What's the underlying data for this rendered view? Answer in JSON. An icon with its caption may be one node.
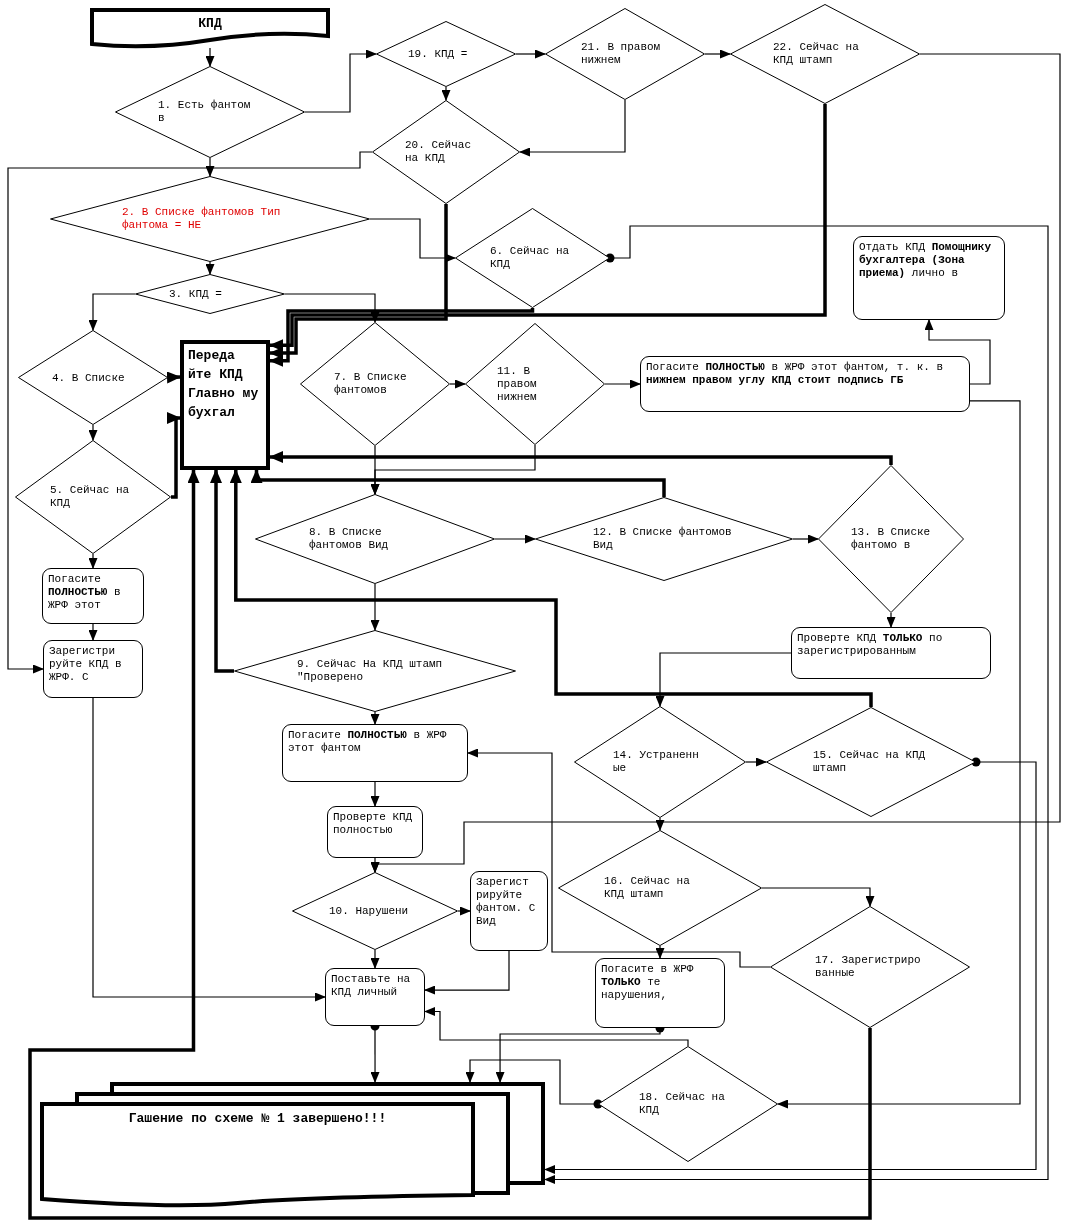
{
  "diagram": {
    "nodes": [
      {
        "text": [
          "КПД"
        ]
      },
      {
        "text": [
          "1. Есть фантом в"
        ]
      },
      {
        "text": [
          "19. КПД ="
        ]
      },
      {
        "text": [
          "21. В правом нижнем"
        ]
      },
      {
        "text": [
          "22. Сейчас на КПД штамп"
        ]
      },
      {
        "text": [
          "20. Сейчас на КПД"
        ]
      },
      {
        "text": [
          "2. В Списке фантомов Тип фантома = НЕ"
        ]
      },
      {
        "text": [
          "6. Сейчас на КПД"
        ]
      },
      {
        "text": [
          "Отдать КПД **Помощнику бухгалтера (Зона приема)** лично в"
        ]
      },
      {
        "text": [
          "3. КПД ="
        ]
      },
      {
        "text": [
          "4. В Списке"
        ]
      },
      {
        "text": [
          "Переда йте КПД Главно му бухгал"
        ]
      },
      {
        "text": [
          "7. В Списке фантомов"
        ]
      },
      {
        "text": [
          "11. В правом нижнем"
        ]
      },
      {
        "text": [
          "Погасите **ПОЛНОСТЬЮ** в ЖРФ этот фантом, т. к. в **нижнем правом углу КПД стоит подпись ГБ**"
        ]
      },
      {
        "text": [
          "5. Сейчас на КПД"
        ]
      },
      {
        "text": [
          "8. В Списке фантомов Вид"
        ]
      },
      {
        "text": [
          "12. В Списке фантомов Вид"
        ]
      },
      {
        "text": [
          "13. В Списке фантомо в"
        ]
      },
      {
        "text": [
          "Погасите **ПОЛНОСТЬЮ** в ЖРФ этот"
        ]
      },
      {
        "text": [
          "Проверте КПД **ТОЛЬКО** по зарегистрированным"
        ]
      },
      {
        "text": [
          "Зарегистри руйте КПД в ЖРФ. С"
        ]
      },
      {
        "text": [
          "9. Сейчас На КПД штамп \"Проверено"
        ]
      },
      {
        "text": [
          "14. Устраненн ые"
        ]
      },
      {
        "text": [
          "15. Сейчас на КПД штамп"
        ]
      },
      {
        "text": [
          "Погасите **ПОЛНОСТЬЮ** в ЖРФ этот фантом"
        ]
      },
      {
        "text": [
          "Проверте КПД полностью"
        ]
      },
      {
        "text": [
          "16. Сейчас на КПД штамп"
        ]
      },
      {
        "text": [
          "10. Нарушени"
        ]
      },
      {
        "text": [
          "Зарегист рируйте фантом. С Вид"
        ]
      },
      {
        "text": [
          "17. Зарегистриро ванные"
        ]
      },
      {
        "text": [
          "Поставьте на КПД личный"
        ]
      },
      {
        "text": [
          "Погасите в ЖРФ **ТОЛЬКО** те нарушения,"
        ]
      },
      {
        "text": [
          "18. Сейчас на КПД"
        ]
      },
      {
        "text": [
          "Гашение по схеме № 1 завершено!!!"
        ]
      }
    ],
    "edges": [
      {
        "from": 0,
        "to": 1,
        "arrow": "to"
      },
      {
        "from": 1,
        "to": 2,
        "arrow": "to"
      },
      {
        "from": 1,
        "to": 6,
        "arrow": "to"
      },
      {
        "from": 2,
        "to": 3,
        "arrow": "to"
      },
      {
        "from": 3,
        "to": 4,
        "arrow": "to"
      },
      {
        "from": 2,
        "to": 5,
        "arrow": "to"
      },
      {
        "from": 3,
        "to": 5,
        "arrow": "to"
      },
      {
        "from": 4,
        "to": 11,
        "arrow": "to",
        "style": "thick"
      },
      {
        "from": 4,
        "to": 28,
        "arrow": "to"
      },
      {
        "from": 5,
        "to": 11,
        "arrow": "to",
        "style": "thick"
      },
      {
        "from": 5,
        "to": 21,
        "arrow": "to"
      },
      {
        "from": 6,
        "to": 7,
        "arrow": "to"
      },
      {
        "from": 6,
        "to": 9,
        "arrow": "to"
      },
      {
        "from": 7,
        "to": 11,
        "arrow": "to",
        "style": "thick"
      },
      {
        "from": 7,
        "to": 34,
        "arrow": "to"
      },
      {
        "from": 9,
        "to": 10,
        "arrow": "to"
      },
      {
        "from": 9,
        "to": 12,
        "arrow": "to"
      },
      {
        "from": 10,
        "to": 11,
        "arrow": "to",
        "style": "thick"
      },
      {
        "from": 10,
        "to": 15,
        "arrow": "to"
      },
      {
        "from": 15,
        "to": 11,
        "arrow": "to",
        "style": "thick"
      },
      {
        "from": 15,
        "to": 19,
        "arrow": "to"
      },
      {
        "from": 12,
        "to": 13,
        "arrow": "to"
      },
      {
        "from": 12,
        "to": 16,
        "arrow": "to"
      },
      {
        "from": 13,
        "to": 16,
        "arrow": "to"
      },
      {
        "from": 13,
        "to": 14,
        "arrow": "to"
      },
      {
        "from": 14,
        "to": 8,
        "arrow": "to"
      },
      {
        "from": 18,
        "to": 11,
        "arrow": "to",
        "style": "thick"
      },
      {
        "from": 16,
        "to": 17,
        "arrow": "to"
      },
      {
        "from": 16,
        "to": 22,
        "arrow": "to"
      },
      {
        "from": 17,
        "to": 11,
        "arrow": "to",
        "style": "thick"
      },
      {
        "from": 17,
        "to": 18,
        "arrow": "to"
      },
      {
        "from": 18,
        "to": 20,
        "arrow": "to"
      },
      {
        "from": 24,
        "to": 11,
        "arrow": "to",
        "style": "thick"
      },
      {
        "from": 22,
        "to": 11,
        "arrow": "to",
        "style": "thick"
      },
      {
        "from": 22,
        "to": 25,
        "arrow": "to"
      },
      {
        "from": 19,
        "to": 21,
        "arrow": "to"
      },
      {
        "from": 21,
        "to": 31,
        "arrow": "to"
      },
      {
        "from": 20,
        "to": 23,
        "arrow": "to"
      },
      {
        "from": 23,
        "to": 24,
        "arrow": "to"
      },
      {
        "from": 23,
        "to": 27,
        "arrow": "to"
      },
      {
        "from": 24,
        "to": 34,
        "arrow": "to"
      },
      {
        "from": 25,
        "to": 26,
        "arrow": "to"
      },
      {
        "from": 26,
        "to": 28,
        "arrow": "to"
      },
      {
        "from": 28,
        "to": 29,
        "arrow": "to"
      },
      {
        "from": 28,
        "to": 31,
        "arrow": "to"
      },
      {
        "from": 29,
        "to": 31,
        "arrow": "to"
      },
      {
        "from": 27,
        "to": 30,
        "arrow": "to"
      },
      {
        "from": 27,
        "to": 32,
        "arrow": "to"
      },
      {
        "from": 30,
        "to": 25,
        "arrow": "to"
      },
      {
        "from": 30,
        "to": 11,
        "arrow": "to",
        "style": "thick"
      },
      {
        "from": 14,
        "to": 33,
        "arrow": "to"
      },
      {
        "from": 31,
        "to": 34,
        "arrow": "to"
      },
      {
        "from": 32,
        "to": 34,
        "arrow": "to"
      },
      {
        "from": 33,
        "to": 34,
        "arrow": "to"
      },
      {
        "from": 33,
        "to": 31,
        "arrow": "to"
      }
    ]
  }
}
